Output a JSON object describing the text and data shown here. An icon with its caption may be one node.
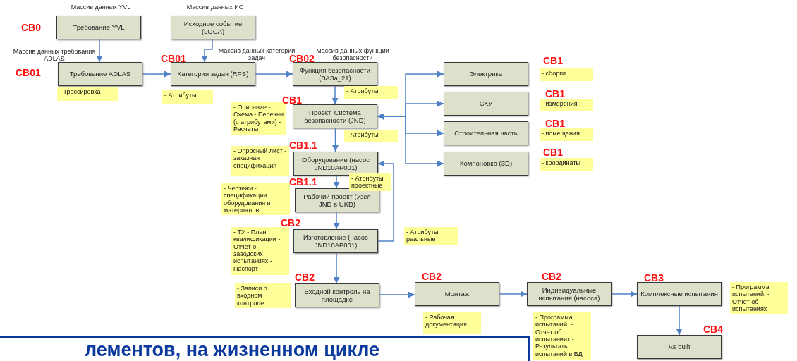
{
  "diagram": {
    "nodes": [
      {
        "text": [
          "Требование YVL"
        ]
      },
      {
        "text": [
          "Исходное событие (LOCA)"
        ]
      },
      {
        "text": [
          "Требование ADLAS"
        ],
        "beside": [
          "- Трассировка"
        ]
      },
      {
        "text": [
          "Категория задач (RPS)"
        ],
        "beside": [
          "- Атрибуты"
        ]
      },
      {
        "text": [
          "Функция безопасности (ВАЗа_21)"
        ],
        "beside": [
          "- Атрибуты"
        ]
      },
      {
        "text": [
          "Проект. Система безопасности (JND)"
        ],
        "beside": [
          "- Описание - Схема - Перечни (с атрибутами) - Расчеты",
          "- Атрибуты"
        ]
      },
      {
        "text": [
          "Оборудование (насос JND10AP001)"
        ],
        "beside": [
          "- Опросный лист - заказная спецификация",
          "- Атрибуты проектные"
        ]
      },
      {
        "text": [
          "Рабочий проект (Узел JND в UKD)"
        ],
        "beside": [
          "- Чертежи - спецификации оборудования и материалов"
        ]
      },
      {
        "text": [
          "Изготовление (насос JND10AP001)"
        ],
        "beside": [
          "- ТУ - План квалификации - Отчет о заводских испытаниях - Паспорт"
        ]
      },
      {
        "text": [
          "Входной контроль на площадке"
        ]
      },
      {
        "text": [
          "Монтаж"
        ],
        "beside": [
          "- Рабочая документация"
        ]
      },
      {
        "text": [
          "Индивидуальные испытания (насоса)"
        ],
        "beside": [
          "- Программа испытаний, - Отчет об испытаниях - Результаты испытаний в БД"
        ]
      },
      {
        "text": [
          "Комплексные испытания"
        ],
        "beside": [
          "- Программа испытаний, - Отчет об испытаниях"
        ]
      },
      {
        "text": [
          "As built"
        ]
      },
      {
        "text": [
          "Электрика"
        ],
        "beside": [
          "- сборки"
        ]
      },
      {
        "text": [
          "СКУ"
        ],
        "beside": [
          "- измерения"
        ]
      },
      {
        "text": [
          "Строительная часть"
        ],
        "beside": [
          "- помещения"
        ]
      },
      {
        "text": [
          "Компоновка (3D)"
        ],
        "beside": [
          "- координаты"
        ]
      }
    ],
    "edges": [
      {
        "from": 0,
        "to": 2,
        "arrow": "to"
      },
      {
        "from": 1,
        "to": 3,
        "arrow": "to"
      },
      {
        "from": 2,
        "to": 3,
        "arrow": "to"
      },
      {
        "from": 3,
        "to": 4,
        "arrow": "to"
      },
      {
        "from": 4,
        "to": 5,
        "arrow": "to"
      },
      {
        "from": 5,
        "to": 6,
        "arrow": "to"
      },
      {
        "from": 6,
        "to": 7,
        "arrow": "to"
      },
      {
        "from": 7,
        "to": 8,
        "arrow": "to"
      },
      {
        "from": 8,
        "to": 9,
        "arrow": "to"
      },
      {
        "from": 9,
        "to": 10,
        "arrow": "to"
      },
      {
        "from": 10,
        "to": 11,
        "arrow": "to"
      },
      {
        "from": 11,
        "to": 12,
        "arrow": "to"
      },
      {
        "from": 12,
        "to": 13,
        "arrow": "to"
      },
      {
        "from": 5,
        "to": 14,
        "arrow": "both"
      },
      {
        "from": 5,
        "to": 15,
        "arrow": "both"
      },
      {
        "from": 5,
        "to": 16,
        "arrow": "both"
      },
      {
        "from": 5,
        "to": 17,
        "arrow": "both"
      },
      {
        "from": 8,
        "to": 6,
        "arrow": "to"
      }
    ],
    "labels": [
      "Массив данных YVL",
      "Массив данных ИС",
      "CB0",
      "Массив данных требования ADLAS",
      "Массив данных категории задач",
      "Массив данных функции безопасности",
      "CB01",
      "CB02",
      "CB01",
      "CB1",
      "CB1",
      "CB1",
      "CB1",
      "CB1.1",
      "CB1",
      "CB1.1",
      "CB2",
      "CB2",
      "CB2",
      "CB2",
      "CB3",
      "CB4",
      "лементов, на жизненном цикле",
      "- Атрибуты реальные",
      "- Записи о входном контроле"
    ]
  }
}
